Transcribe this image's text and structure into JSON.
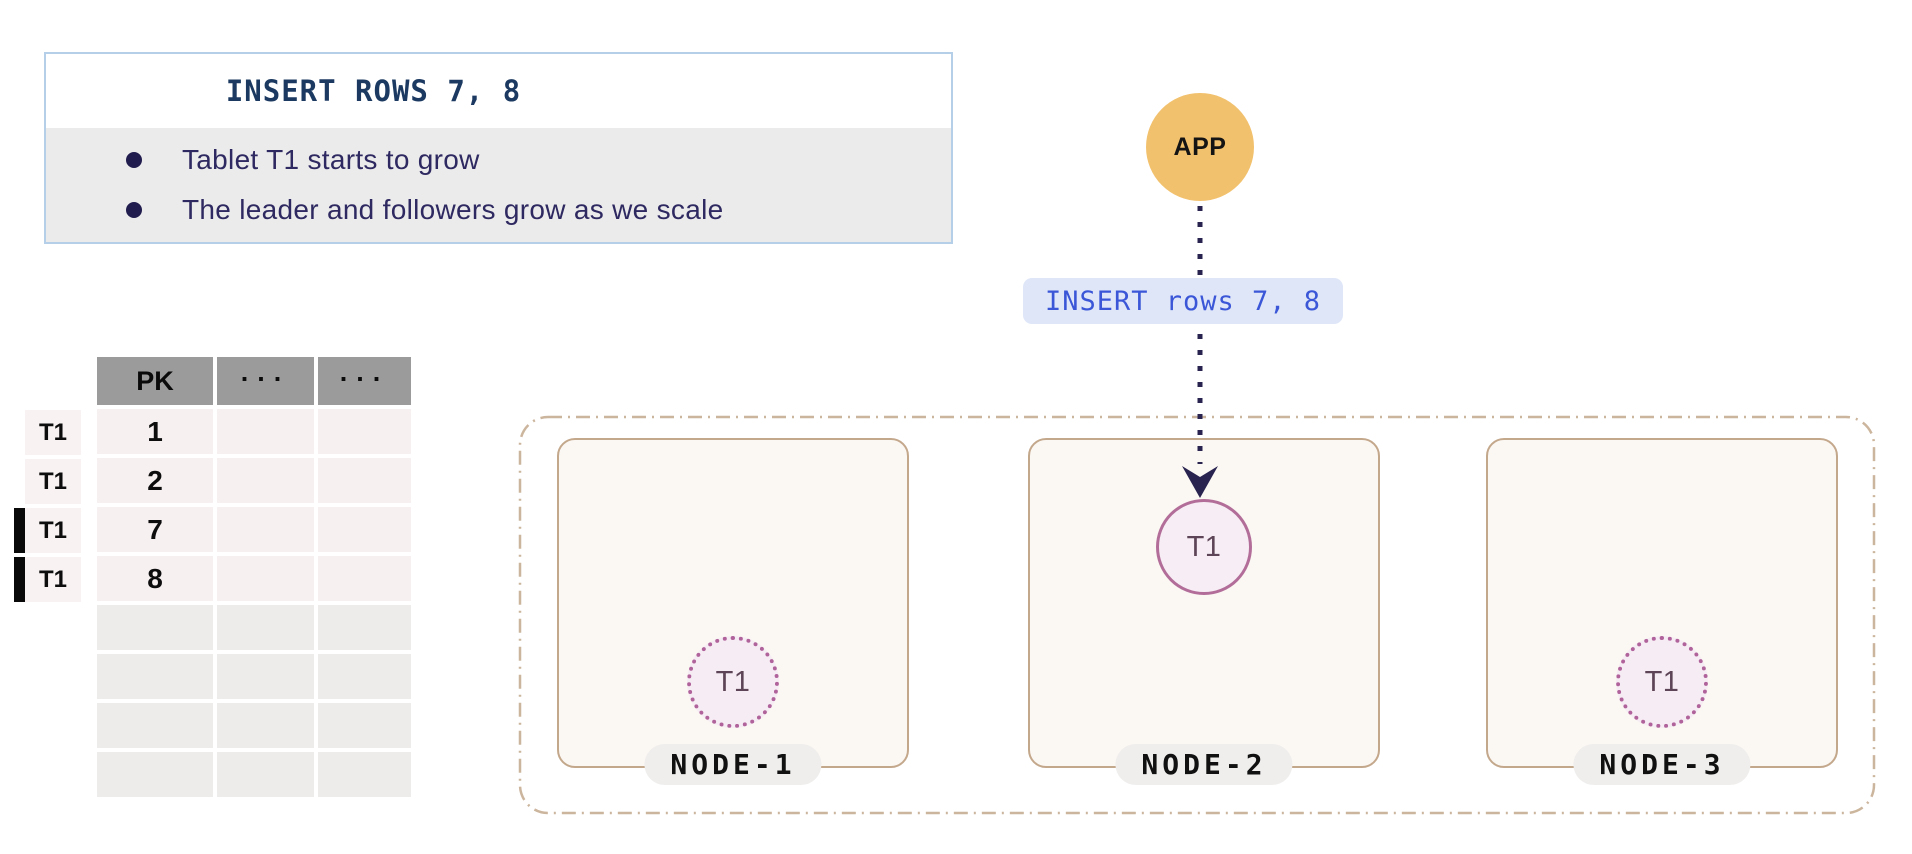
{
  "info_box": {
    "title": "INSERT ROWS 7, 8",
    "bullets": [
      "Tablet T1 starts to grow",
      "The leader and followers grow as we scale"
    ]
  },
  "table": {
    "headers": [
      "PK",
      "...",
      "..."
    ],
    "rows": [
      {
        "label": "T1",
        "pk": "1",
        "new_marker": false
      },
      {
        "label": "T1",
        "pk": "2",
        "new_marker": false
      },
      {
        "label": "T1",
        "pk": "7",
        "new_marker": true
      },
      {
        "label": "T1",
        "pk": "8",
        "new_marker": true
      }
    ],
    "empty_row_count": 4
  },
  "app": {
    "label": "APP"
  },
  "insert_label": {
    "text": "INSERT rows 7, 8"
  },
  "cluster": {
    "nodes": [
      {
        "name": "NODE-1",
        "tablet": {
          "label": "T1",
          "border_style": "dotted"
        }
      },
      {
        "name": "NODE-2",
        "tablet": {
          "label": "T1",
          "border_style": "solid"
        }
      },
      {
        "name": "NODE-3",
        "tablet": {
          "label": "T1",
          "border_style": "dotted"
        }
      }
    ]
  },
  "colors": {
    "info_border": "#b6cfe9",
    "info_body_bg": "#ebebeb",
    "info_title_text": "#1c3a61",
    "bullet_text": "#2e2960",
    "table_header_bg": "#9b9b9b",
    "row_filled_bg": "#f7f0f1",
    "row_empty_bg": "#eeeceb",
    "label_cell_bg": "#f8f2f2",
    "new_marker_bar": "#090909",
    "app_circle_bg": "#f2c16d",
    "arrow": "#28234f",
    "insert_label_bg": "#dee6f8",
    "insert_label_text": "#3b57d8",
    "cluster_border": "#ccb59d",
    "node_bg": "#fbf7f3",
    "node_border": "#c4a88c",
    "node_pill_bg": "#efeeed",
    "tablet_fill": "#f6edf4",
    "tablet_dotted_stroke": "#b0639b",
    "tablet_solid_stroke": "#b26e99",
    "tablet_text": "#5d4456"
  }
}
